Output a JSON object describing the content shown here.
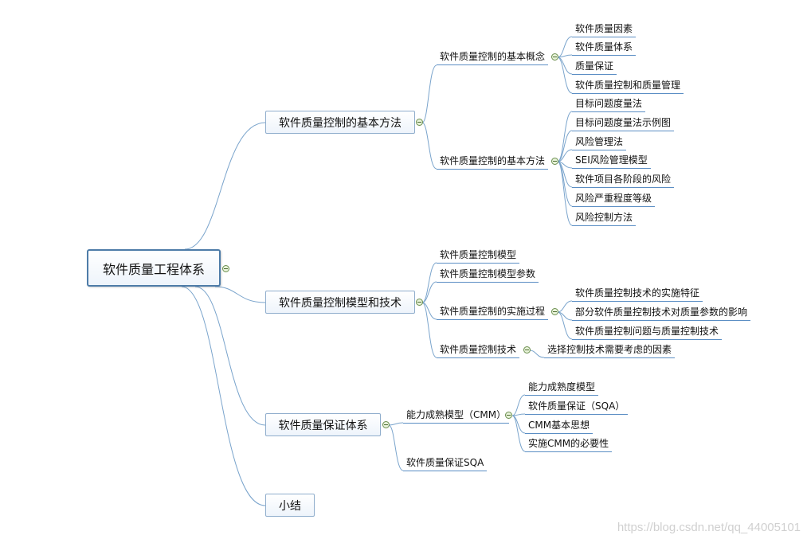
{
  "root": "软件质量工程体系",
  "branches": [
    {
      "label": "软件质量控制的基本方法",
      "children": [
        {
          "label": "软件质量控制的基本概念",
          "children": [
            "软件质量因素",
            "软件质量体系",
            "质量保证",
            "软件质量控制和质量管理"
          ]
        },
        {
          "label": "软件质量控制的基本方法",
          "children": [
            "目标问题度量法",
            "目标问题度量法示例图",
            "风险管理法",
            "SEI风险管理模型",
            "软件项目各阶段的风险",
            "风险严重程度等级",
            "风险控制方法"
          ]
        }
      ]
    },
    {
      "label": "软件质量控制模型和技术",
      "children": [
        {
          "label": "软件质量控制模型",
          "children": []
        },
        {
          "label": "软件质量控制模型参数",
          "children": []
        },
        {
          "label": "软件质量控制的实施过程",
          "children": [
            "软件质量控制技术的实施特征",
            "部分软件质量控制技术对质量参数的影响",
            "软件质量控制问题与质量控制技术"
          ]
        },
        {
          "label": "软件质量控制技术",
          "children": [
            "选择控制技术需要考虑的因素"
          ]
        }
      ]
    },
    {
      "label": "软件质量保证体系",
      "children": [
        {
          "label": "能力成熟模型（CMM）",
          "children": [
            "能力成熟度模型",
            "软件质量保证（SQA）",
            "CMM基本思想",
            "实施CMM的必要性"
          ]
        },
        {
          "label": "软件质量保证SQA",
          "children": []
        }
      ]
    },
    {
      "label": "小结",
      "children": []
    }
  ],
  "watermark": "https://blog.csdn.net/qq_44005101",
  "colors": {
    "connector": "#7aa4cc",
    "underline": "#5b8ec4",
    "root_border": "#4e7ca8"
  }
}
